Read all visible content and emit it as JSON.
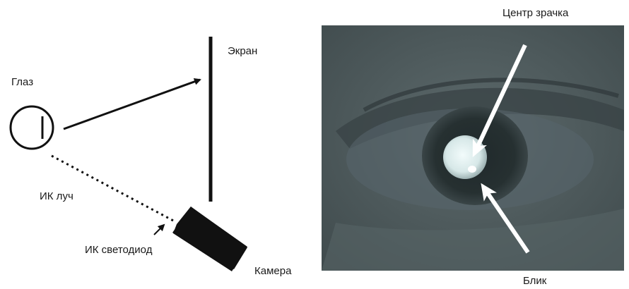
{
  "diagram": {
    "eye_label": "Глаз",
    "screen_label": "Экран",
    "ir_beam_label": "ИК луч",
    "ir_led_label": "ИК светодиод",
    "camera_label": "Камера"
  },
  "photo": {
    "pupil_center_label": "Центр зрачка",
    "glint_label": "Блик"
  },
  "colors": {
    "photo_background": "#4f5c5e",
    "pupil_glow": "#e3f2f2",
    "ink": "#111111"
  }
}
